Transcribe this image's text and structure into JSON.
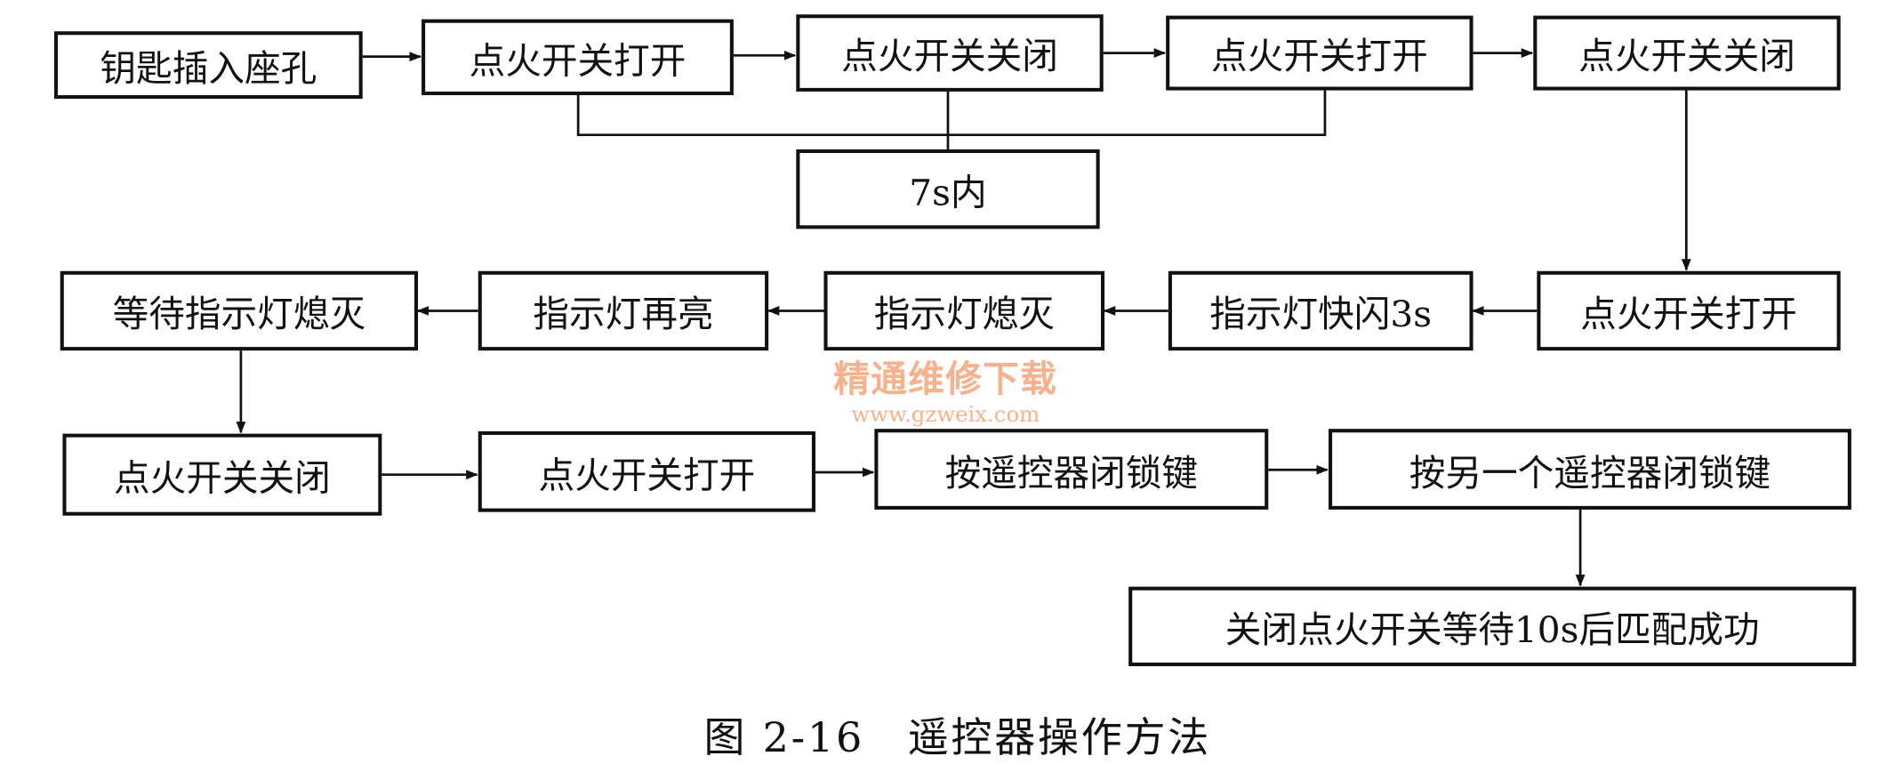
{
  "steps": {
    "s1": "钥匙插入座孔",
    "s2": "点火开关打开",
    "s3": "点火开关关闭",
    "s4": "点火开关打开",
    "s5": "点火开关关闭",
    "within": "7s内",
    "s6": "点火开关打开",
    "s7": "指示灯快闪3s",
    "s8": "指示灯熄灭",
    "s9": "指示灯再亮",
    "s10": "等待指示灯熄灭",
    "s11": "点火开关关闭",
    "s12": "点火开关打开",
    "s13": "按遥控器闭锁键",
    "s14": "按另一个遥控器闭锁键",
    "s15": "关闭点火开关等待10s后匹配成功"
  },
  "caption": "图 2-16　遥控器操作方法",
  "watermark": {
    "title": "精通维修下载",
    "url": "www.gzweix.com"
  },
  "colors": {
    "line": "#111111",
    "watermark": "#f4a57a"
  }
}
